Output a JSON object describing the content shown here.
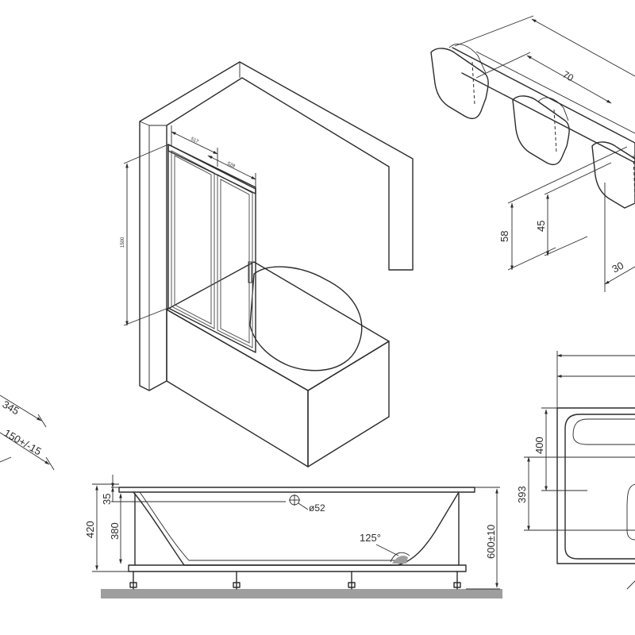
{
  "drawing": {
    "isometric_view": {
      "dim_door_width_1": "517",
      "dim_door_width_2": "528",
      "dim_height": "1500"
    },
    "headrest_detail": {
      "dim_spacing": "70",
      "dim_height_outer": "58",
      "dim_height_inner": "45",
      "dim_depth": "30"
    },
    "left_partial": {
      "dim_a": "345",
      "dim_b": "150+/-15"
    },
    "side_section": {
      "dim_total_height": "420",
      "dim_rim": "35",
      "dim_depth": "380",
      "dim_drain": "ø52",
      "dim_angle": "125°",
      "dim_leg_height": "600±10"
    },
    "plan_view": {
      "dim_width": "400",
      "dim_offset": "393"
    }
  }
}
